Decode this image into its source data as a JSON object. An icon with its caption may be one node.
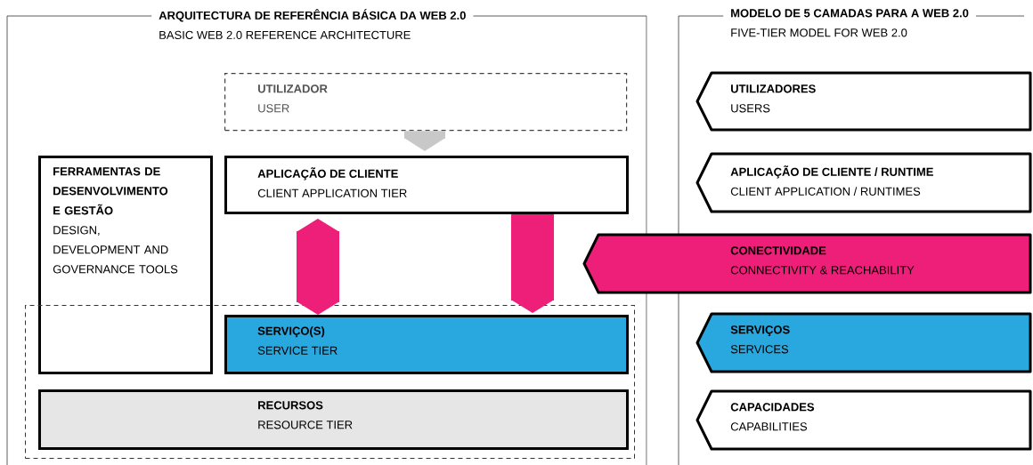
{
  "diagram": {
    "nodes": [
      {
        "text": [
          "ARQUITECTURA DE REFERÊNCIA BÁSICA DA WEB 2.0",
          "BASIC WEB 2.0 REFERENCE ARCHITECTURE"
        ]
      },
      {
        "text": [
          "UTILIZADOR",
          "USER"
        ],
        "in": 0
      },
      {
        "text": [
          "FERRAMENTAS DE DESENVOLVIMENTO E GESTÃO",
          "DESIGN, DEVELOPMENT AND GOVERNANCE TOOLS"
        ],
        "in": 0
      },
      {
        "text": [
          "APLICAÇÃO DE CLIENTE",
          "CLIENT APPLICATION TIER"
        ],
        "in": 0
      },
      {
        "text": [],
        "shape": "box",
        "in": 0
      },
      {
        "text": [
          "SERVIÇO(S)",
          "SERVICE TIER"
        ],
        "in": 4
      },
      {
        "text": [
          "RECURSOS",
          "RESOURCE TIER"
        ],
        "in": 4
      },
      {
        "text": [
          "MODELO DE 5 CAMADAS PARA A WEB 2.0",
          "FIVE-TIER MODEL FOR WEB 2.0"
        ]
      },
      {
        "text": [
          "UTILIZADORES",
          "USERS"
        ],
        "in": 7
      },
      {
        "text": [
          "APLICAÇÃO DE CLIENTE / RUNTIME",
          "CLIENT APPLICATION / RUNTIMES"
        ],
        "in": 7
      },
      {
        "text": [
          "CONECTIVIDADE",
          "CONNECTIVITY & REACHABILITY"
        ]
      },
      {
        "text": [
          "SERVIÇOS",
          "SERVICES"
        ],
        "in": 7
      },
      {
        "text": [
          "CAPACIDADES",
          "CAPABILITIES"
        ],
        "in": 7
      }
    ],
    "edges": [
      {
        "from": 1,
        "to": 3,
        "arrow": "to",
        "color": "#c8c8c8"
      },
      {
        "from": 3,
        "to": 5,
        "arrow": "both"
      },
      {
        "from": 3,
        "to": 5,
        "arrow": "to"
      }
    ]
  }
}
